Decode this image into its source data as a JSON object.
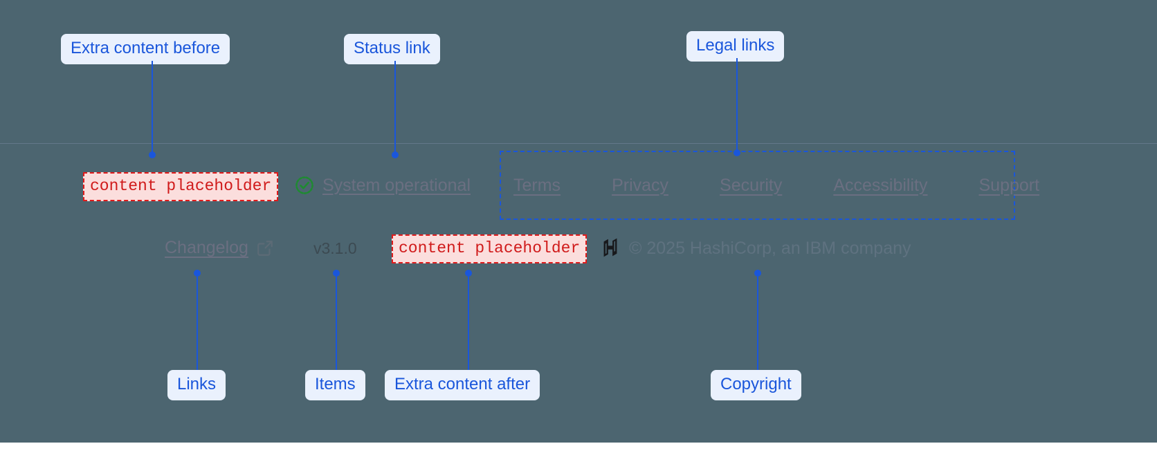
{
  "surface": {
    "background_color": "#4c6570",
    "divider_color": "#64788a"
  },
  "callouts": {
    "accent_color": "#1a56db",
    "badge_background": "#eaf1fd",
    "items": [
      {
        "id": "extra-content-before",
        "label": "Extra content before"
      },
      {
        "id": "status-link",
        "label": "Status link"
      },
      {
        "id": "legal-links",
        "label": "Legal links"
      },
      {
        "id": "links",
        "label": "Links"
      },
      {
        "id": "items",
        "label": "Items"
      },
      {
        "id": "extra-content-after",
        "label": "Extra content after"
      },
      {
        "id": "copyright",
        "label": "Copyright"
      }
    ]
  },
  "footer": {
    "extra_content_before": {
      "text": "content placeholder",
      "text_color": "#d01b1b",
      "background_color": "#fbdedd",
      "border_color": "#e01b1b"
    },
    "extra_content_after": {
      "text": "content placeholder",
      "text_color": "#d01b1b",
      "background_color": "#fbdedd",
      "border_color": "#e01b1b"
    },
    "status": {
      "icon": "check-circle-icon",
      "icon_color": "#1f8a32",
      "label": "System operational"
    },
    "legal_links": [
      {
        "label": "Terms"
      },
      {
        "label": "Privacy"
      },
      {
        "label": "Security"
      },
      {
        "label": "Accessibility"
      },
      {
        "label": "Support"
      }
    ],
    "changelog": {
      "label": "Changelog",
      "icon": "external-link-icon"
    },
    "version": "v3.1.0",
    "copyright": {
      "logo": "hashicorp-logo",
      "text": "© 2025 HashiCorp, an IBM company"
    }
  }
}
